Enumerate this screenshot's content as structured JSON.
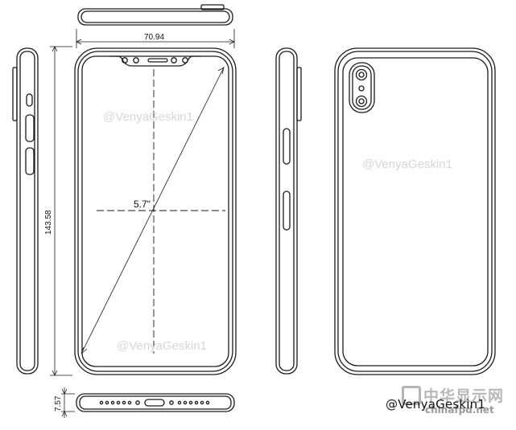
{
  "dimensions": {
    "width": "70.94",
    "height": "143.58",
    "depth": "7.57",
    "diagonal": "5.7\""
  },
  "watermarks": {
    "front_top": "@VenyaGeskin1",
    "front_bottom": "@VenyaGeskin1",
    "back": "@VenyaGeskin1"
  },
  "credit": "@VenyaGeskin1",
  "site_logo": {
    "chinese": "中华显示网",
    "url": "chinafpd.net"
  }
}
